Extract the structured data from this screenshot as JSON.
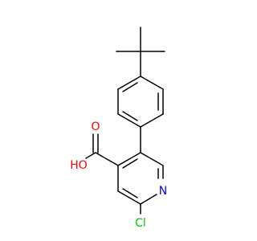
{
  "colors": {
    "bond": "#000000",
    "oxygen": "#ff0000",
    "nitrogen": "#0000ff",
    "chlorine": "#00cc00"
  },
  "atoms": {
    "hydroxyl_oxygen": "HO",
    "carbonyl_oxygen": "O",
    "ring_nitrogen": "N",
    "chlorine": "Cl"
  }
}
